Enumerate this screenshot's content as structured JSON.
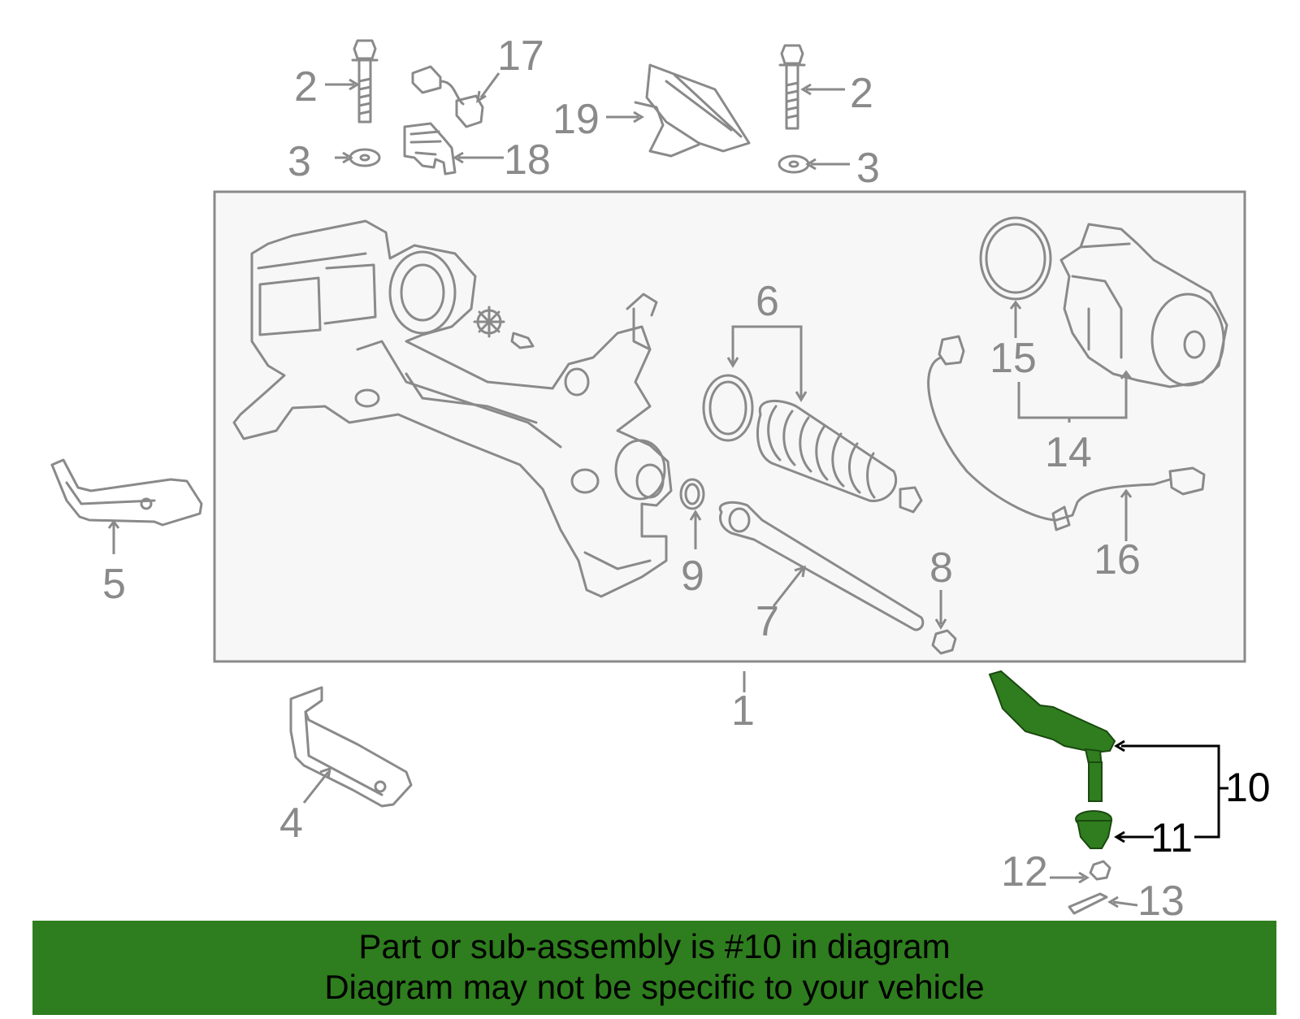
{
  "colors": {
    "line": "#8a8a8a",
    "highlight": "#2f7d1f",
    "banner": "#2e7d1e",
    "panel_fill": "#f7f7f7"
  },
  "labels": {
    "l1": "1",
    "l2a": "2",
    "l2b": "2",
    "l3a": "3",
    "l3b": "3",
    "l4": "4",
    "l5": "5",
    "l6": "6",
    "l7": "7",
    "l8": "8",
    "l9": "9",
    "l10": "10",
    "l11": "11",
    "l12": "12",
    "l13": "13",
    "l14": "14",
    "l15": "15",
    "l16": "16",
    "l17": "17",
    "l18": "18",
    "l19": "19"
  },
  "banner": {
    "line1": "Part or sub-assembly is #10 in diagram",
    "line2": "Diagram may not be specific to your vehicle"
  }
}
